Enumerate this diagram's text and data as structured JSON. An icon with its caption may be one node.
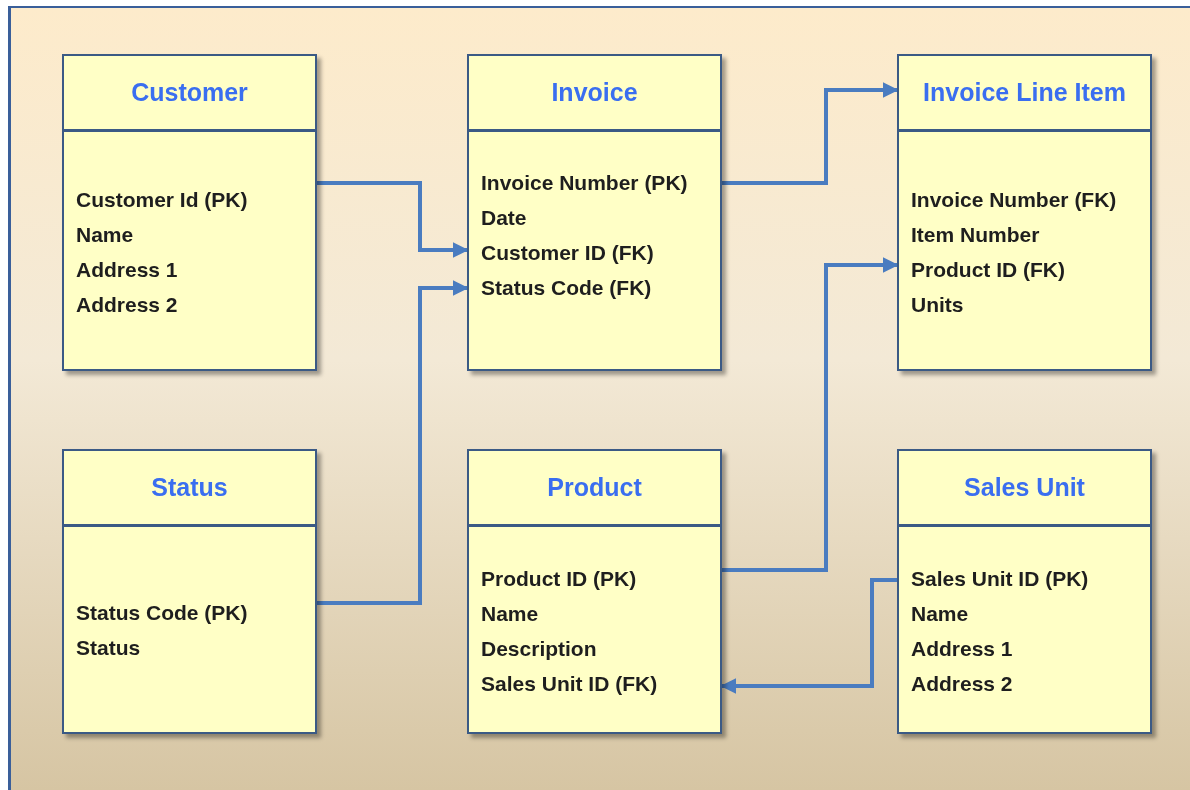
{
  "diagram": {
    "nodes": [
      {
        "text": [
          "Customer",
          "Customer Id (PK)",
          "Name",
          "Address 1",
          "Address 2"
        ]
      },
      {
        "text": [
          "Invoice",
          "Invoice Number (PK)",
          "Date",
          "Customer ID (FK)",
          "Status Code (FK)"
        ]
      },
      {
        "text": [
          "Invoice Line Item",
          "Invoice Number (FK)",
          "Item Number",
          "Product ID (FK)",
          "Units"
        ]
      },
      {
        "text": [
          "Status",
          "Status Code (PK)",
          "Status"
        ]
      },
      {
        "text": [
          "Product",
          "Product ID (PK)",
          "Name",
          "Description",
          "Sales Unit ID (FK)"
        ]
      },
      {
        "text": [
          "Sales Unit",
          "Sales Unit ID (PK)",
          "Name",
          "Address 1",
          "Address 2"
        ]
      }
    ],
    "edges": [
      {
        "from": 0,
        "to": 1,
        "arrow": "to"
      },
      {
        "from": 3,
        "to": 1,
        "arrow": "to"
      },
      {
        "from": 1,
        "to": 2,
        "arrow": "to"
      },
      {
        "from": 4,
        "to": 2,
        "arrow": "to"
      },
      {
        "from": 5,
        "to": 4,
        "arrow": "to"
      }
    ]
  }
}
